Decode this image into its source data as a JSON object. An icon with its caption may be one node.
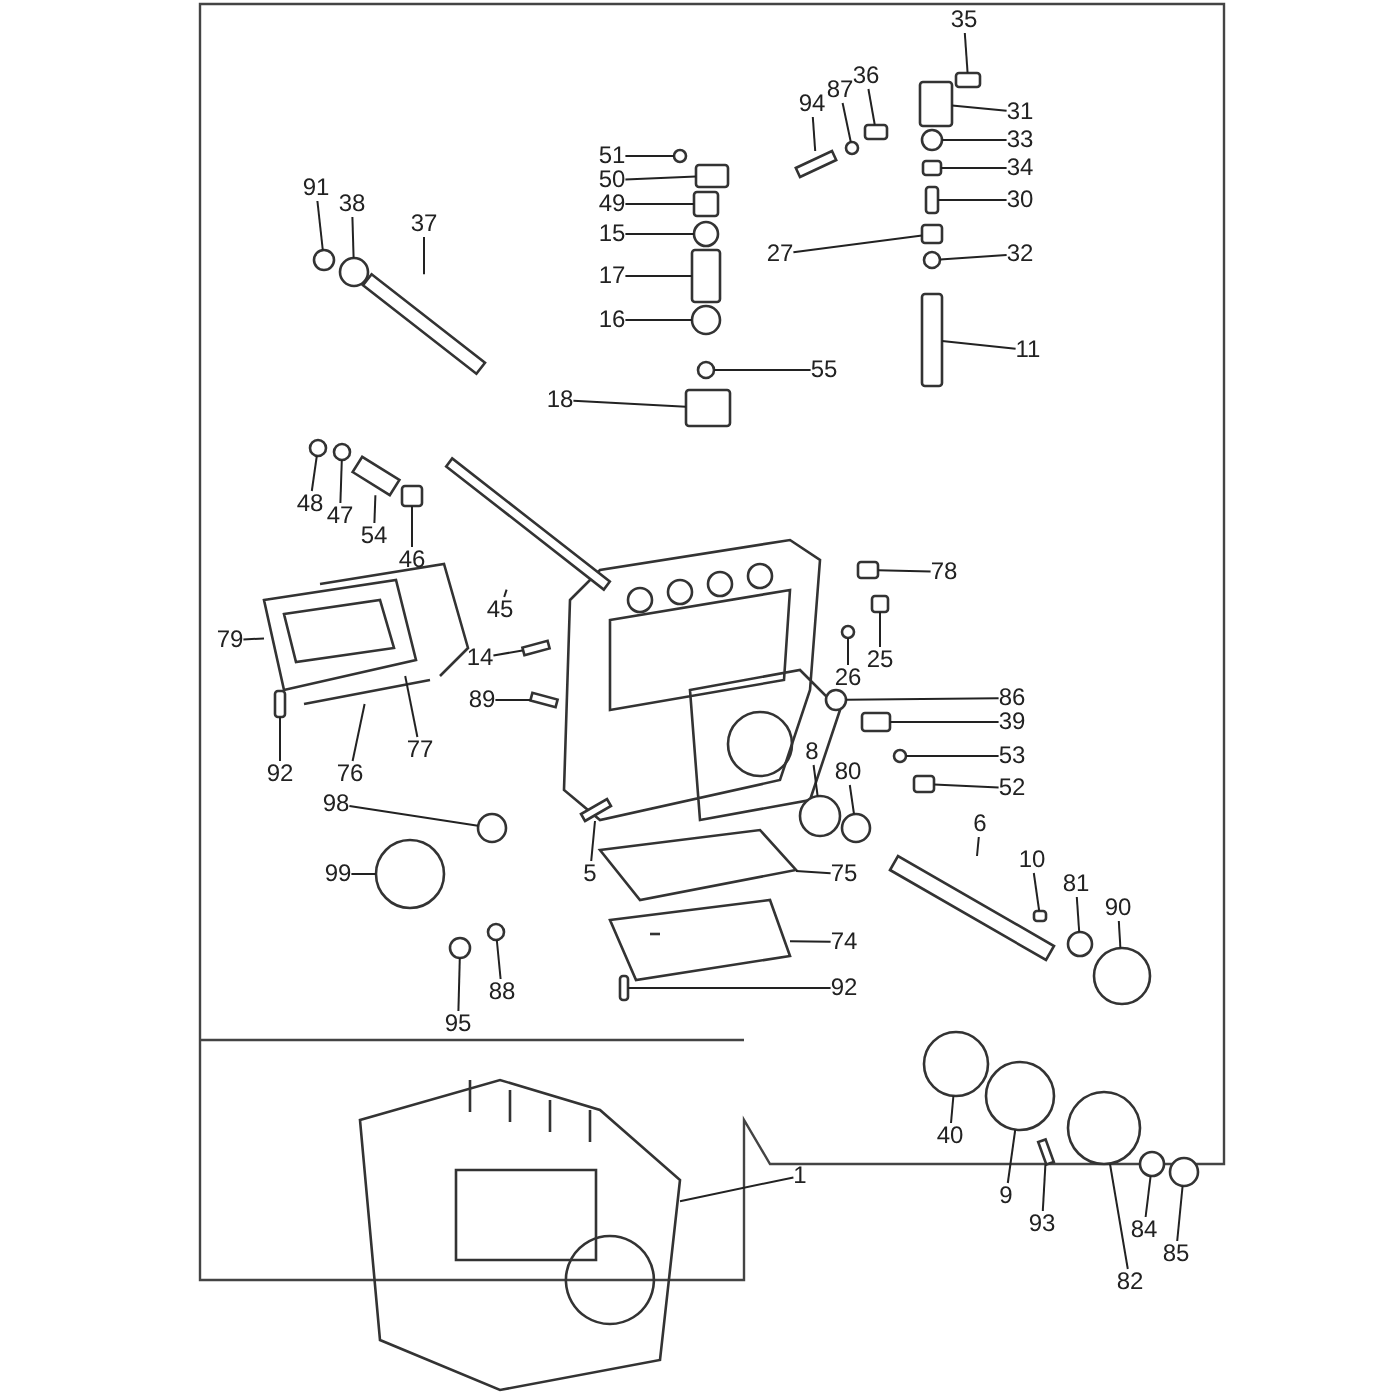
{
  "diagram": {
    "nodes": [
      {
        "text": [
          "35"
        ]
      },
      {
        "text": [
          "36"
        ]
      },
      {
        "text": [
          "87"
        ]
      },
      {
        "text": [
          "94"
        ]
      },
      {
        "text": [
          "31"
        ]
      },
      {
        "text": [
          "33"
        ]
      },
      {
        "text": [
          "34"
        ]
      },
      {
        "text": [
          "30"
        ]
      },
      {
        "text": [
          "27"
        ]
      },
      {
        "text": [
          "32"
        ]
      },
      {
        "text": [
          "11"
        ]
      },
      {
        "text": [
          "51"
        ]
      },
      {
        "text": [
          "50"
        ]
      },
      {
        "text": [
          "49"
        ]
      },
      {
        "text": [
          "15"
        ]
      },
      {
        "text": [
          "17"
        ]
      },
      {
        "text": [
          "16"
        ]
      },
      {
        "text": [
          "55"
        ]
      },
      {
        "text": [
          "18"
        ]
      },
      {
        "text": [
          "91"
        ]
      },
      {
        "text": [
          "38"
        ]
      },
      {
        "text": [
          "37"
        ]
      },
      {
        "text": [
          "48"
        ]
      },
      {
        "text": [
          "47"
        ]
      },
      {
        "text": [
          "54"
        ]
      },
      {
        "text": [
          "46"
        ]
      },
      {
        "text": [
          "45"
        ]
      },
      {
        "text": [
          "79"
        ]
      },
      {
        "text": [
          "14"
        ]
      },
      {
        "text": [
          "89"
        ]
      },
      {
        "text": [
          "92"
        ]
      },
      {
        "text": [
          "76"
        ]
      },
      {
        "text": [
          "77"
        ]
      },
      {
        "text": [
          "98"
        ]
      },
      {
        "text": [
          "99"
        ]
      },
      {
        "text": [
          "5"
        ]
      },
      {
        "text": [
          "88"
        ]
      },
      {
        "text": [
          "95"
        ]
      },
      {
        "text": [
          "78"
        ]
      },
      {
        "text": [
          "25"
        ]
      },
      {
        "text": [
          "26"
        ]
      },
      {
        "text": [
          "86"
        ]
      },
      {
        "text": [
          "39"
        ]
      },
      {
        "text": [
          "53"
        ]
      },
      {
        "text": [
          "52"
        ]
      },
      {
        "text": [
          "8"
        ]
      },
      {
        "text": [
          "80"
        ]
      },
      {
        "text": [
          "6"
        ]
      },
      {
        "text": [
          "75"
        ]
      },
      {
        "text": [
          "74"
        ]
      },
      {
        "text": [
          "92"
        ]
      },
      {
        "text": [
          "10"
        ]
      },
      {
        "text": [
          "81"
        ]
      },
      {
        "text": [
          "90"
        ]
      },
      {
        "text": [
          "40"
        ]
      },
      {
        "text": [
          "9"
        ]
      },
      {
        "text": [
          "93"
        ]
      },
      {
        "text": [
          "84"
        ]
      },
      {
        "text": [
          "85"
        ]
      },
      {
        "text": [
          "82"
        ]
      },
      {
        "text": [
          "1"
        ]
      },
      {
        "text": [],
        "shape": "box"
      },
      {
        "text": [],
        "shape": "box"
      },
      {
        "text": [],
        "shape": "circle"
      },
      {
        "text": [],
        "shape": "bar"
      },
      {
        "text": [],
        "shape": "box"
      },
      {
        "text": [],
        "shape": "circle"
      },
      {
        "text": [],
        "shape": "box"
      },
      {
        "text": [],
        "shape": "box"
      },
      {
        "text": [],
        "shape": "box"
      },
      {
        "text": [],
        "shape": "circle"
      },
      {
        "text": [],
        "shape": "box"
      },
      {
        "text": [],
        "shape": "circle"
      },
      {
        "text": [],
        "shape": "box"
      },
      {
        "text": [],
        "shape": "box"
      },
      {
        "text": [],
        "shape": "circle"
      },
      {
        "text": [],
        "shape": "box"
      },
      {
        "text": [],
        "shape": "circle"
      },
      {
        "text": [],
        "shape": "circle"
      },
      {
        "text": [],
        "shape": "box"
      },
      {
        "text": [],
        "shape": "circle"
      },
      {
        "text": [],
        "shape": "circle"
      },
      {
        "text": [],
        "shape": "bar"
      },
      {
        "text": [],
        "shape": "circle"
      },
      {
        "text": [],
        "shape": "circle"
      },
      {
        "text": [],
        "shape": "bar"
      },
      {
        "text": [],
        "shape": "box"
      },
      {
        "text": [],
        "shape": "bar"
      },
      {
        "text": [],
        "shape": "picture"
      },
      {
        "text": [],
        "shape": "bar"
      },
      {
        "text": [],
        "shape": "bar"
      },
      {
        "text": [],
        "shape": "box"
      },
      {
        "text": [],
        "shape": "picture"
      },
      {
        "text": [],
        "shape": "picture"
      },
      {
        "text": [],
        "shape": "circle"
      },
      {
        "text": [],
        "shape": "circle"
      },
      {
        "text": [],
        "shape": "bar"
      },
      {
        "text": [],
        "shape": "circle"
      },
      {
        "text": [],
        "shape": "circle"
      },
      {
        "text": [],
        "shape": "box"
      },
      {
        "text": [],
        "shape": "box"
      },
      {
        "text": [],
        "shape": "circle"
      },
      {
        "text": [],
        "shape": "circle"
      },
      {
        "text": [],
        "shape": "box"
      },
      {
        "text": [],
        "shape": "circle"
      },
      {
        "text": [],
        "shape": "box"
      },
      {
        "text": [],
        "shape": "circle"
      },
      {
        "text": [],
        "shape": "circle"
      },
      {
        "text": [],
        "shape": "bar"
      },
      {
        "text": [],
        "shape": "picture"
      },
      {
        "text": [],
        "shape": "picture"
      },
      {
        "text": [],
        "shape": "box"
      },
      {
        "text": [],
        "shape": "box"
      },
      {
        "text": [],
        "shape": "circle"
      },
      {
        "text": [],
        "shape": "circle"
      },
      {
        "text": [],
        "shape": "circle"
      },
      {
        "text": [],
        "shape": "circle"
      },
      {
        "text": [],
        "shape": "bar"
      },
      {
        "text": [],
        "shape": "circle"
      },
      {
        "text": [],
        "shape": "circle"
      },
      {
        "text": [],
        "shape": "circle"
      },
      {
        "text": [],
        "shape": "picture"
      }
    ],
    "edges": [
      {
        "from": 0,
        "to": 61,
        "arrow": "none"
      },
      {
        "from": 1,
        "to": 62,
        "arrow": "none"
      },
      {
        "from": 2,
        "to": 63,
        "arrow": "none"
      },
      {
        "from": 3,
        "to": 64,
        "arrow": "none"
      },
      {
        "from": 4,
        "to": 65,
        "arrow": "none"
      },
      {
        "from": 5,
        "to": 66,
        "arrow": "none"
      },
      {
        "from": 6,
        "to": 67,
        "arrow": "none"
      },
      {
        "from": 7,
        "to": 68,
        "arrow": "none"
      },
      {
        "from": 8,
        "to": 69,
        "arrow": "none"
      },
      {
        "from": 9,
        "to": 70,
        "arrow": "none"
      },
      {
        "from": 10,
        "to": 71,
        "arrow": "none"
      },
      {
        "from": 11,
        "to": 72,
        "arrow": "none"
      },
      {
        "from": 12,
        "to": 73,
        "arrow": "none"
      },
      {
        "from": 13,
        "to": 74,
        "arrow": "none"
      },
      {
        "from": 14,
        "to": 75,
        "arrow": "none"
      },
      {
        "from": 15,
        "to": 76,
        "arrow": "none"
      },
      {
        "from": 16,
        "to": 77,
        "arrow": "none"
      },
      {
        "from": 17,
        "to": 78,
        "arrow": "none"
      },
      {
        "from": 18,
        "to": 79,
        "arrow": "none"
      },
      {
        "from": 19,
        "to": 80,
        "arrow": "none"
      },
      {
        "from": 20,
        "to": 81,
        "arrow": "none"
      },
      {
        "from": 21,
        "to": 82,
        "arrow": "none"
      },
      {
        "from": 22,
        "to": 83,
        "arrow": "none"
      },
      {
        "from": 23,
        "to": 84,
        "arrow": "none"
      },
      {
        "from": 24,
        "to": 85,
        "arrow": "none"
      },
      {
        "from": 25,
        "to": 86,
        "arrow": "none"
      },
      {
        "from": 26,
        "to": 87,
        "arrow": "none"
      },
      {
        "from": 27,
        "to": 88,
        "arrow": "none"
      },
      {
        "from": 28,
        "to": 89,
        "arrow": "none"
      },
      {
        "from": 29,
        "to": 90,
        "arrow": "none"
      },
      {
        "from": 30,
        "to": 91,
        "arrow": "none"
      },
      {
        "from": 31,
        "to": 92,
        "arrow": "none"
      },
      {
        "from": 32,
        "to": 93,
        "arrow": "none"
      },
      {
        "from": 33,
        "to": 94,
        "arrow": "none"
      },
      {
        "from": 34,
        "to": 95,
        "arrow": "none"
      },
      {
        "from": 35,
        "to": 96,
        "arrow": "none"
      },
      {
        "from": 36,
        "to": 97,
        "arrow": "none"
      },
      {
        "from": 37,
        "to": 98,
        "arrow": "none"
      },
      {
        "from": 38,
        "to": 99,
        "arrow": "none"
      },
      {
        "from": 39,
        "to": 100,
        "arrow": "none"
      },
      {
        "from": 40,
        "to": 101,
        "arrow": "none"
      },
      {
        "from": 41,
        "to": 102,
        "arrow": "none"
      },
      {
        "from": 42,
        "to": 103,
        "arrow": "none"
      },
      {
        "from": 43,
        "to": 104,
        "arrow": "none"
      },
      {
        "from": 44,
        "to": 105,
        "arrow": "none"
      },
      {
        "from": 45,
        "to": 106,
        "arrow": "none"
      },
      {
        "from": 46,
        "to": 107,
        "arrow": "none"
      },
      {
        "from": 47,
        "to": 108,
        "arrow": "none"
      },
      {
        "from": 48,
        "to": 109,
        "arrow": "none"
      },
      {
        "from": 49,
        "to": 110,
        "arrow": "none"
      },
      {
        "from": 50,
        "to": 111,
        "arrow": "none"
      },
      {
        "from": 51,
        "to": 112,
        "arrow": "none"
      },
      {
        "from": 52,
        "to": 113,
        "arrow": "none"
      },
      {
        "from": 53,
        "to": 114,
        "arrow": "none"
      },
      {
        "from": 54,
        "to": 115,
        "arrow": "none"
      },
      {
        "from": 55,
        "to": 116,
        "arrow": "none"
      },
      {
        "from": 56,
        "to": 117,
        "arrow": "none"
      },
      {
        "from": 57,
        "to": 118,
        "arrow": "none"
      },
      {
        "from": 58,
        "to": 119,
        "arrow": "none"
      },
      {
        "from": 59,
        "to": 120,
        "arrow": "none"
      },
      {
        "from": 60,
        "to": 121,
        "arrow": "none"
      }
    ]
  }
}
